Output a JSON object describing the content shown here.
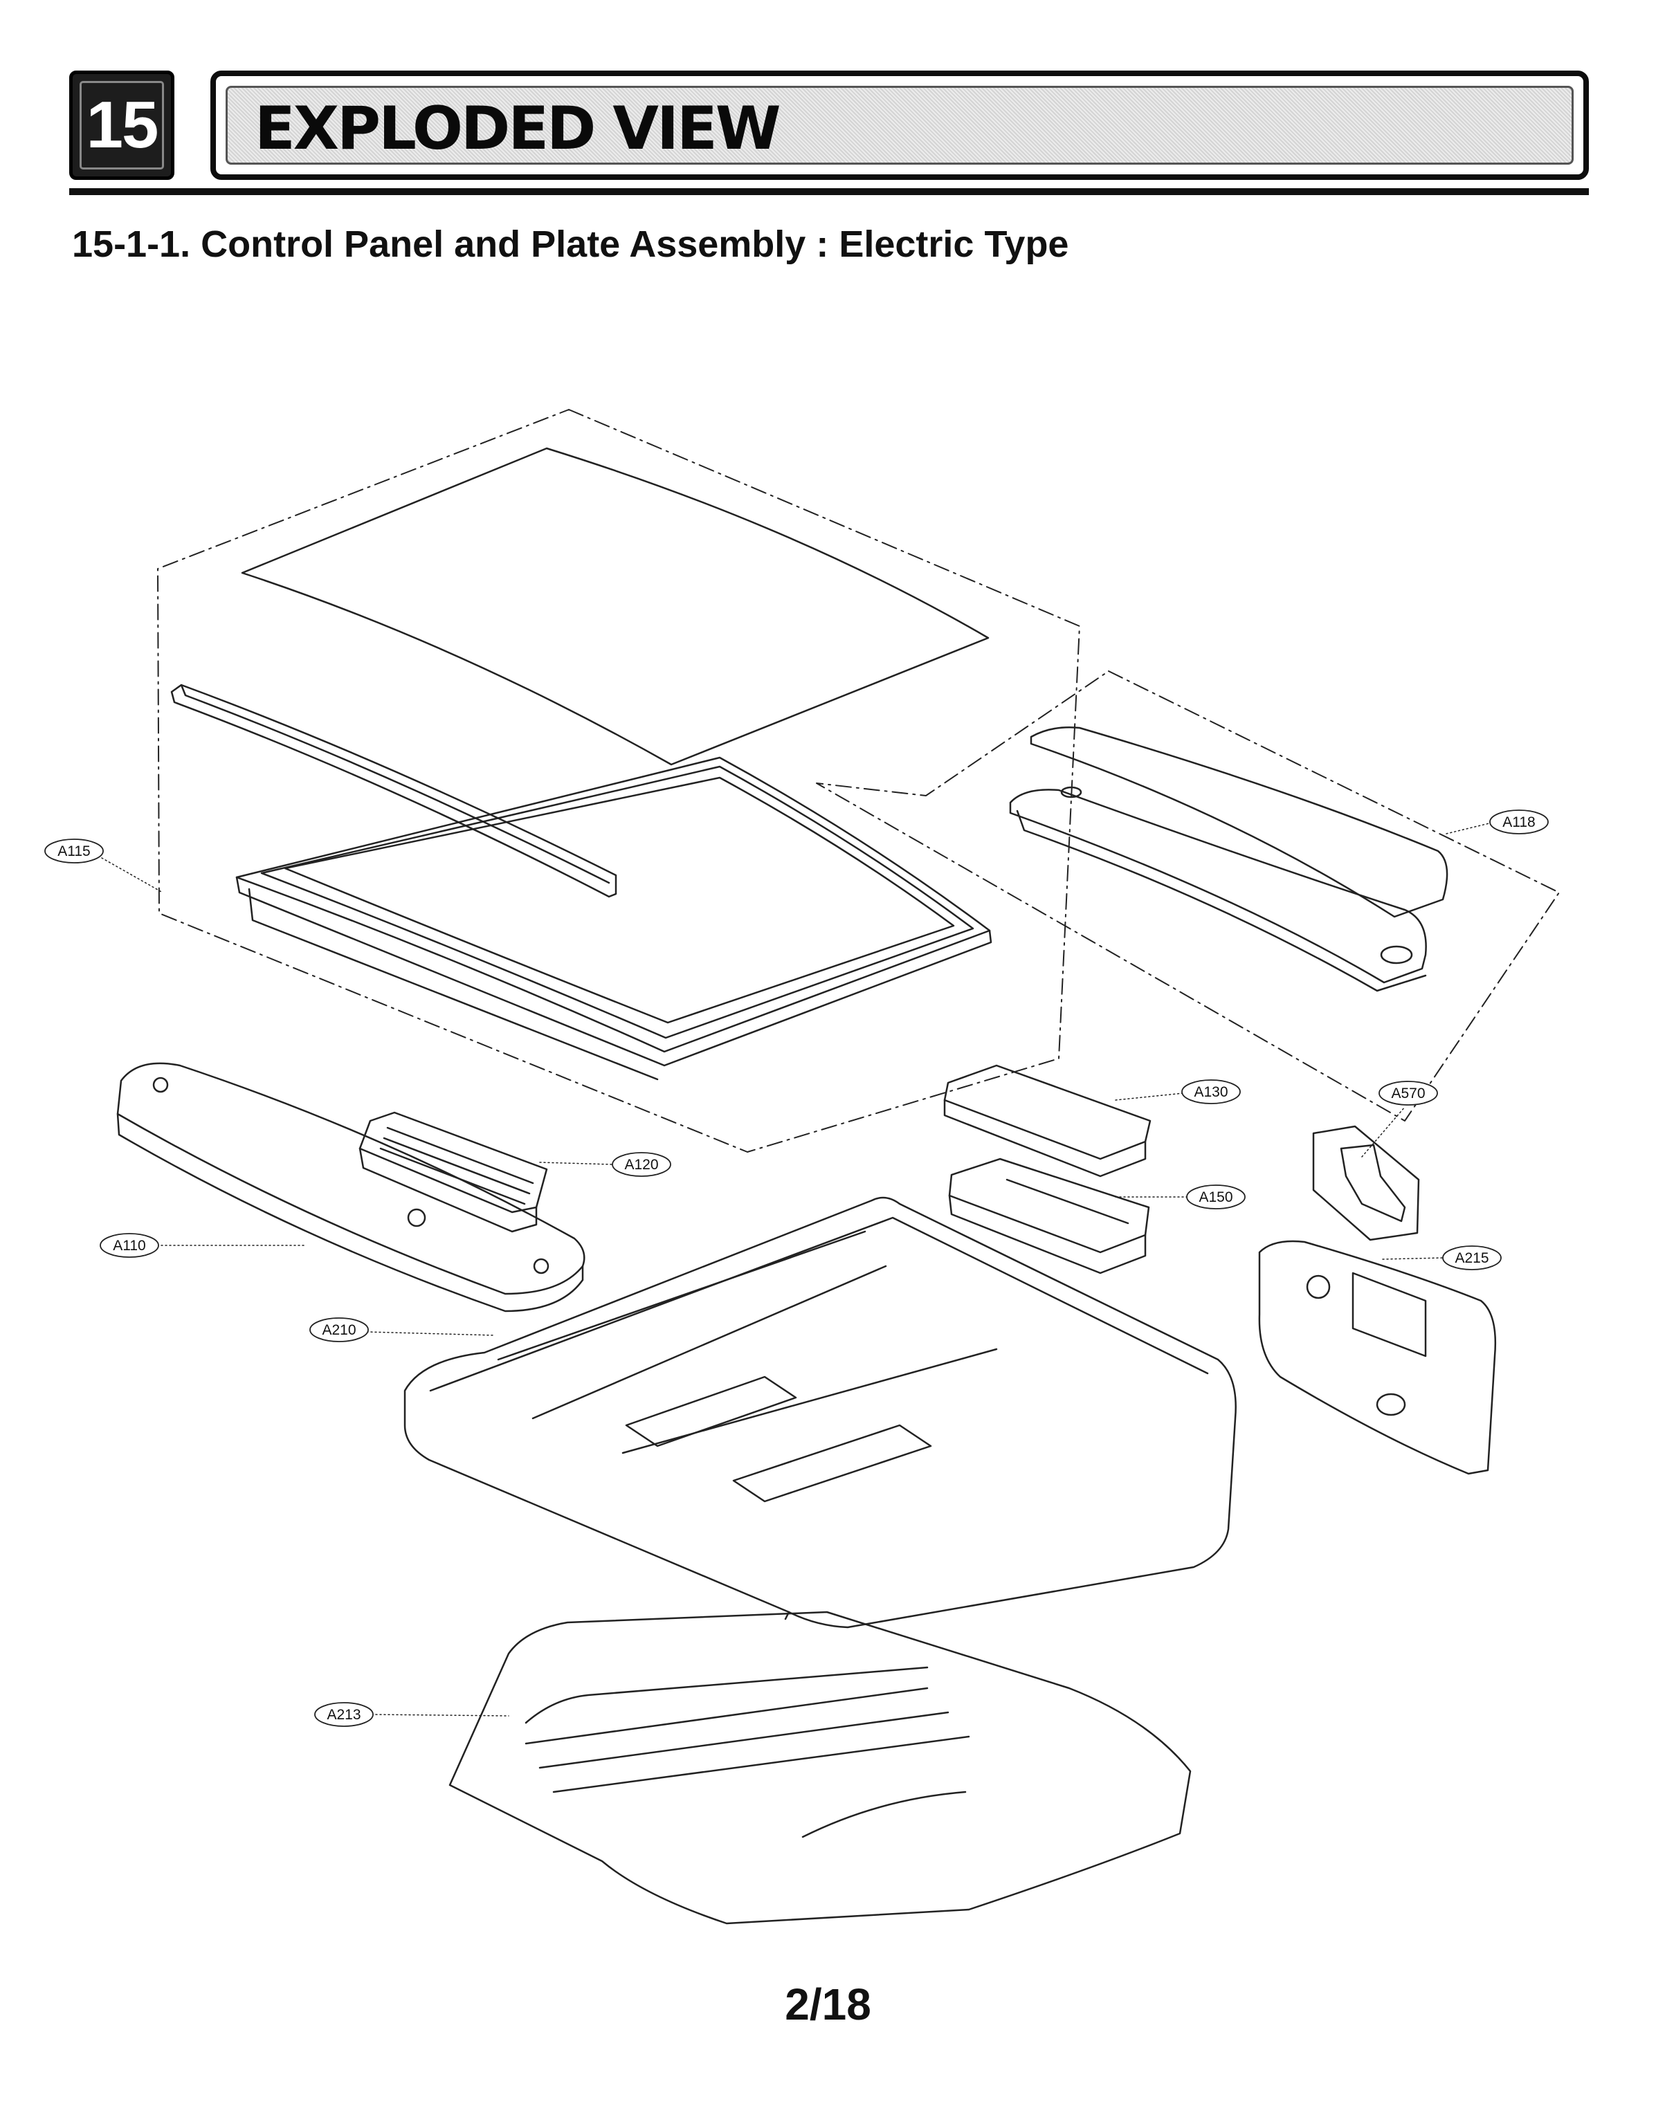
{
  "header": {
    "chapter_number": "15",
    "chapter_title": "EXPLODED VIEW"
  },
  "section": {
    "title": "15-1-1. Control Panel and Plate Assembly : Electric Type"
  },
  "callouts": {
    "a115": "A115",
    "a118": "A118",
    "a110": "A110",
    "a120": "A120",
    "a130": "A130",
    "a150": "A150",
    "a570": "A570",
    "a215": "A215",
    "a210": "A210",
    "a213": "A213"
  },
  "footer": {
    "page": "2/18"
  }
}
